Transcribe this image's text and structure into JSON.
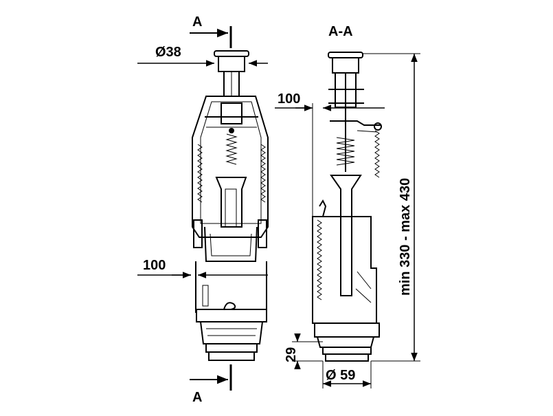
{
  "drawing": {
    "section_marker_top": "A",
    "section_marker_bottom": "A",
    "section_title": "A-A",
    "cap_diameter": "Ø38",
    "body_width_front": "100",
    "body_width_side": "100",
    "height_range": "min 330 - max 430",
    "base_height": "29",
    "base_diameter": "Ø 59",
    "colors": {
      "line": "#000000",
      "background": "#ffffff"
    }
  }
}
